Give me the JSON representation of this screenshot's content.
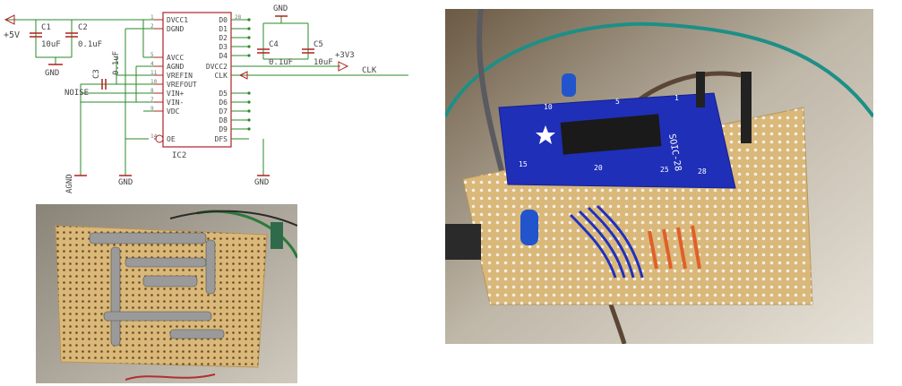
{
  "schematic": {
    "labels": {
      "plus5v": "+5V",
      "c1": "C1",
      "c1_val": "10uF",
      "c2": "C2",
      "c2_val": "0.1uF",
      "c3": "C3",
      "c3_val": "0.1uF",
      "c4": "C4",
      "c4_val": "0.1uF",
      "c5": "C5",
      "c5_val": "10uF",
      "gnd": "GND",
      "agnd": "AGND",
      "plus3v3": "+3V3",
      "clk": "CLK",
      "noise": "NOISE",
      "ic_name": "IC2"
    },
    "left_pins": [
      {
        "name": "DVCC1",
        "num": "1"
      },
      {
        "name": "DGND",
        "num": "2"
      },
      {
        "name": "AVCC",
        "num": "5"
      },
      {
        "name": "AGND",
        "num": "4"
      },
      {
        "name": "VREFIN",
        "num": "11"
      },
      {
        "name": "VREFOUT",
        "num": "10"
      },
      {
        "name": "VIN+",
        "num": "8"
      },
      {
        "name": "VIN-",
        "num": "7"
      },
      {
        "name": "VDC",
        "num": "9"
      },
      {
        "name": "OE",
        "num": "14"
      }
    ],
    "right_pins": [
      {
        "name": "D0",
        "num": "28"
      },
      {
        "name": "D1",
        "num": ""
      },
      {
        "name": "D2",
        "num": ""
      },
      {
        "name": "D3",
        "num": ""
      },
      {
        "name": "D4",
        "num": ""
      },
      {
        "name": "DVCC2",
        "num": ""
      },
      {
        "name": "CLK",
        "num": ""
      },
      {
        "name": "D5",
        "num": ""
      },
      {
        "name": "D6",
        "num": ""
      },
      {
        "name": "D7",
        "num": ""
      },
      {
        "name": "D8",
        "num": ""
      },
      {
        "name": "D9",
        "num": ""
      },
      {
        "name": "DFS",
        "num": ""
      }
    ]
  },
  "photo_front": {
    "board_labels": {
      "soic": "SOIC-28",
      "n15": "15",
      "n20": "20",
      "n25": "25",
      "n28": "28",
      "n10": "10",
      "n5": "5",
      "n1": "1"
    }
  },
  "colors": {
    "wire_green": "#2a8a2a",
    "symbol_red": "#b02020",
    "board_blue": "#1f2fb8",
    "perfboard": "#d9b87a"
  }
}
